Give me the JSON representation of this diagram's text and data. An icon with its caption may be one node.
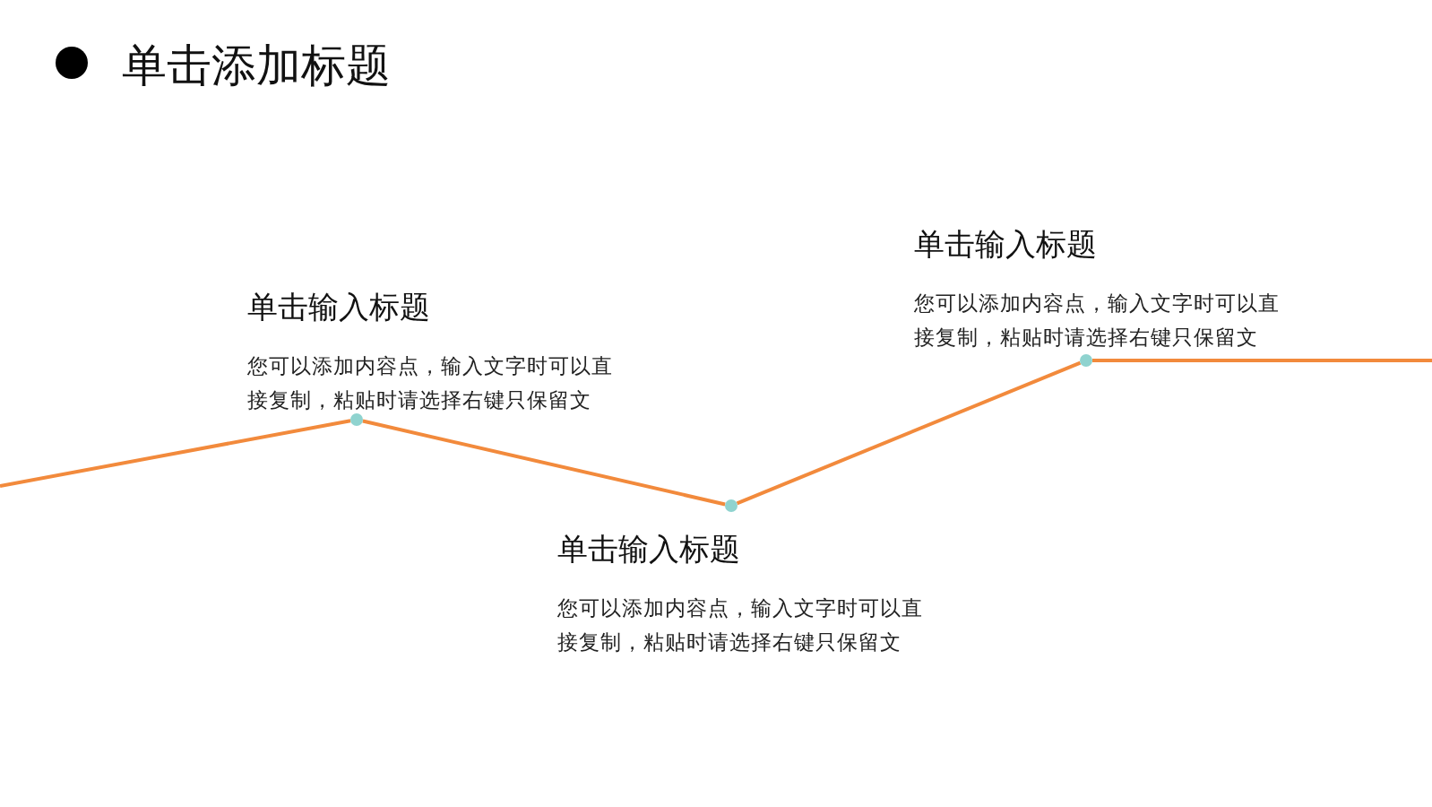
{
  "diagram": {
    "title": "单击添加标题",
    "nodes": [
      {
        "text": [],
        "shape": "circle",
        "beside": [
          "单击输入标题",
          "您可以添加内容点，输入文字时可以直接复制，粘贴时请选择右键只保留文"
        ]
      },
      {
        "text": [],
        "shape": "circle",
        "beside": [
          "单击输入标题",
          "您可以添加内容点，输入文字时可以直接复制，粘贴时请选择右键只保留文"
        ]
      },
      {
        "text": [],
        "shape": "circle",
        "beside": [
          "单击输入标题",
          "您可以添加内容点，输入文字时可以直接复制，粘贴时请选择右键只保留文"
        ]
      }
    ],
    "edges": [
      {
        "from": null,
        "to": 0,
        "arrow": "none"
      },
      {
        "from": 0,
        "to": 1,
        "arrow": "none"
      },
      {
        "from": 1,
        "to": 2,
        "arrow": "none"
      },
      {
        "from": 2,
        "to": null,
        "arrow": "none"
      }
    ]
  }
}
